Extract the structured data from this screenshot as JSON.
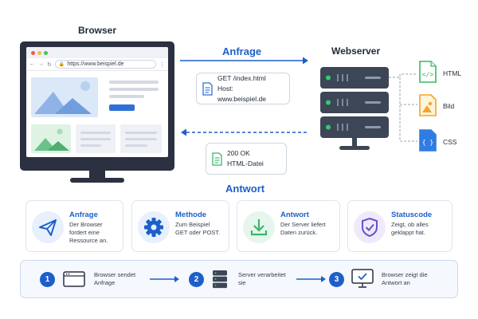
{
  "browser": {
    "title": "Browser",
    "url": "https://www.beispiel.de"
  },
  "server": {
    "title": "Webserver",
    "files": [
      {
        "label": "HTML",
        "icon": "html-file-icon",
        "color": "#3db56b"
      },
      {
        "label": "Bild",
        "icon": "image-file-icon",
        "color": "#f2a52b"
      },
      {
        "label": "CSS",
        "icon": "css-file-icon",
        "color": "#2f7de1"
      }
    ]
  },
  "request": {
    "label": "Anfrage",
    "line1": "GET /index.html",
    "line2": "Host: www.beispiel.de"
  },
  "response": {
    "label": "Antwort",
    "line1": "200 OK",
    "line2": "HTML-Datei"
  },
  "cards": [
    {
      "title": "Anfrage",
      "desc": "Der Browser\nfordert eine\nRessource an.",
      "icon": "paper-plane-icon"
    },
    {
      "title": "Methode",
      "desc": "Zum Beispiel\nGET oder POST.",
      "icon": "gear-icon"
    },
    {
      "title": "Antwort",
      "desc": "Der Server liefert\nDaten zurück.",
      "icon": "download-icon"
    },
    {
      "title": "Statuscode",
      "desc": "Zeigt, ob alles\ngeklappt hat.",
      "icon": "shield-check-icon"
    }
  ],
  "steps": [
    {
      "num": "1",
      "text": "Browser sendet\nAnfrage",
      "icon": "browser-window-icon"
    },
    {
      "num": "2",
      "text": "Server verarbeitet\nsie",
      "icon": "server-icon"
    },
    {
      "num": "3",
      "text": "Browser zeigt die\nAntwort an",
      "icon": "monitor-check-icon"
    }
  ],
  "colors": {
    "accent": "#1d5fc9",
    "dark": "#2b3140"
  }
}
